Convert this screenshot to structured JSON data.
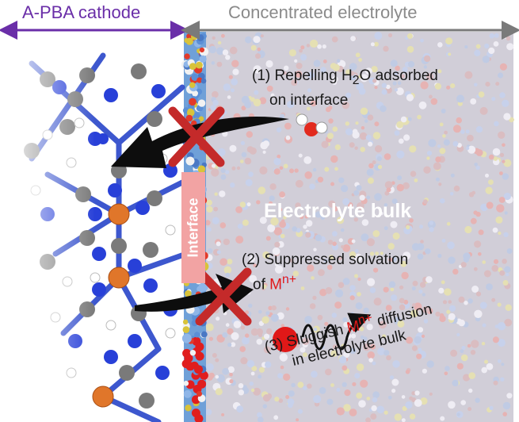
{
  "labels": {
    "cathode": "A-PBA cathode",
    "electrolyte": "Concentrated electrolyte",
    "interface": "Interface",
    "bulk": "Electrolyte bulk"
  },
  "step1": {
    "line1_prefix": "(1) Repelling H",
    "line1_sub": "2",
    "line1_suffix": "O  adsorbed",
    "line2": "on interface"
  },
  "step2": {
    "line1": "(2) Suppressed solvation",
    "line2_prefix": "of ",
    "ion_base": "M",
    "ion_charge": "n+"
  },
  "step3": {
    "line1_prefix": "(3) Sluggish ",
    "ion_base": "M",
    "ion_charge": "n+",
    "line1_suffix": " diffusion",
    "line2": "in electrolyte bulk"
  },
  "colors": {
    "cathode_label": "#6a2ea8",
    "electrolyte_label": "#8a8a8a",
    "cross": "#c42a2a",
    "interface_band": "#f2a3a3",
    "ion": "#e01818"
  }
}
